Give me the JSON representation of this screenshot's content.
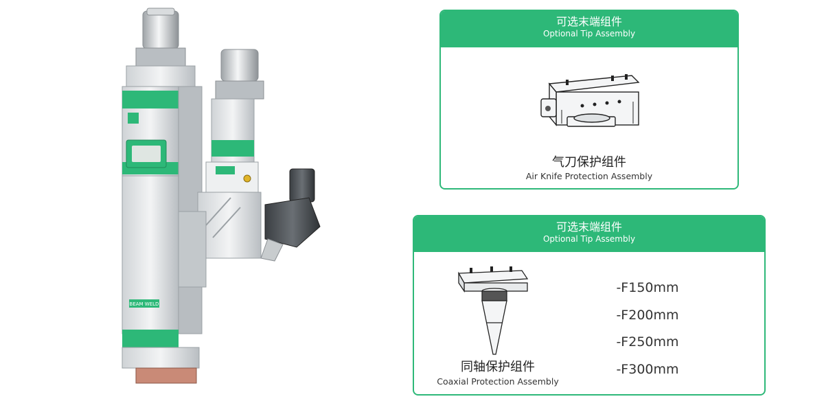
{
  "product_image": {
    "label": "BEAM WELD",
    "icons": [
      "laser-head-icon",
      "brand-logo-icon"
    ]
  },
  "card_optional_tip": {
    "title_cn": "可选末端组件",
    "title_en": "Optional Tip Assembly",
    "item_cn": "气刀保护组件",
    "item_en": "Air Knife Protection Assembly"
  },
  "card_coaxial": {
    "title_cn": "可选末端组件",
    "title_en": "Optional Tip Assembly",
    "item_cn": "同轴保护组件",
    "item_en": "Coaxial Protection Assembly",
    "sizes": [
      "-F150mm",
      "-F200mm",
      "-F250mm",
      "-F300mm"
    ]
  },
  "colors": {
    "accent": "#2db878",
    "text": "#333333"
  }
}
